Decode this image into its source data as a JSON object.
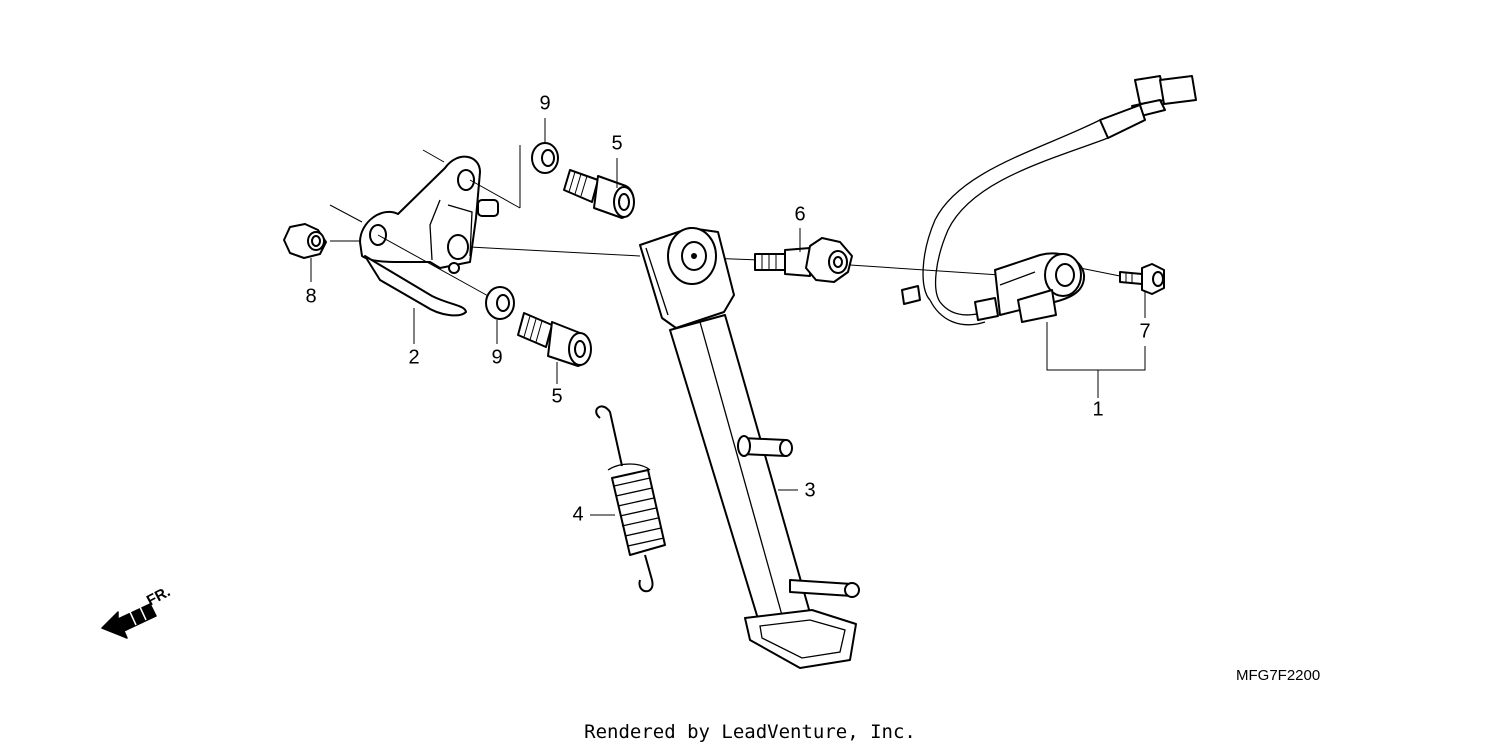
{
  "diagram": {
    "callouts": {
      "c1": "1",
      "c2": "2",
      "c3": "3",
      "c4": "4",
      "c5a": "5",
      "c5b": "5",
      "c6": "6",
      "c7": "7",
      "c8": "8",
      "c9a": "9",
      "c9b": "9"
    },
    "direction_label": "FR.",
    "diagram_code": "MFG7F2200",
    "credit": "Rendered by LeadVenture, Inc."
  }
}
